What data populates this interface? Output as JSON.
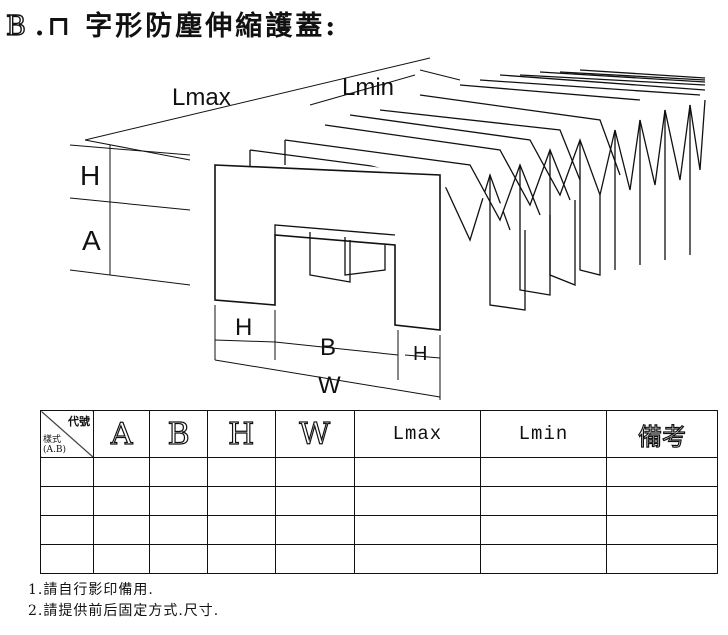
{
  "title": {
    "letter": "B",
    "shape": ".⊓",
    "text": "字形防塵伸縮護蓋:"
  },
  "diagram": {
    "labels": {
      "lmax": "Lmax",
      "lmin": "Lmin",
      "h_left": "H",
      "a_left": "A",
      "h_bottom": "H",
      "b_bottom": "B",
      "h_right": "H",
      "w_bottom": "W"
    }
  },
  "table": {
    "corner_top": "代號",
    "corner_bottom1": "樣式",
    "corner_bottom2": "(A.B)",
    "headers": [
      "A",
      "B",
      "H",
      "W",
      "Lmax",
      "Lmin",
      "備考"
    ],
    "rows": [
      [
        "",
        "",
        "",
        "",
        "",
        "",
        "",
        ""
      ],
      [
        "",
        "",
        "",
        "",
        "",
        "",
        "",
        ""
      ],
      [
        "",
        "",
        "",
        "",
        "",
        "",
        "",
        ""
      ],
      [
        "",
        "",
        "",
        "",
        "",
        "",
        "",
        ""
      ]
    ]
  },
  "notes": [
    "1.請自行影印備用.",
    "2.請提供前后固定方式.尺寸."
  ]
}
